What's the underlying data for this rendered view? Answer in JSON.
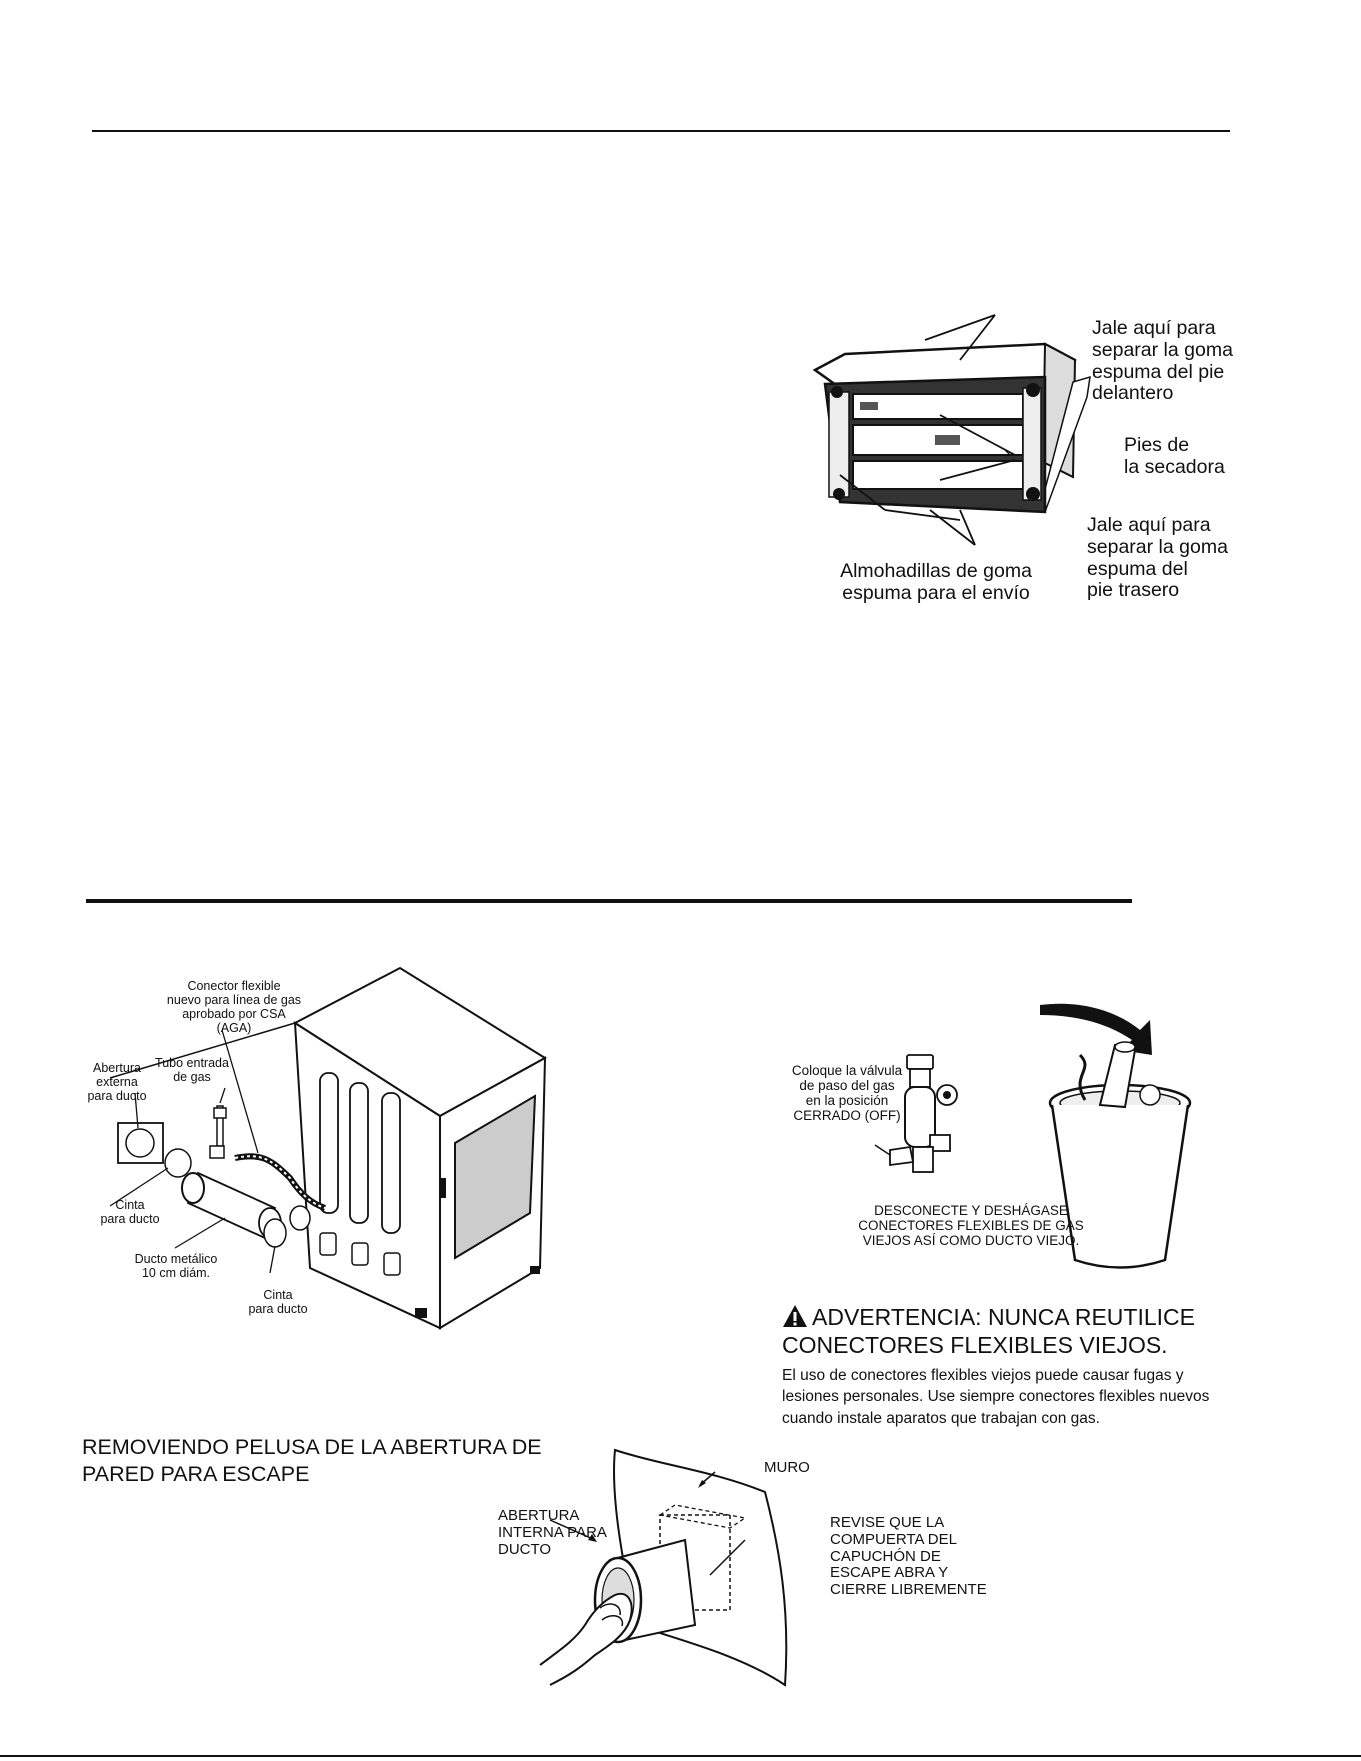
{
  "fig1": {
    "label_pull_front": "Jale aquí para\nseparar la goma\nespuma del pie\ndelantero",
    "label_feet": "Pies de\nla secadora",
    "label_pull_rear": "Jale aquí para\nseparar la goma\nespuma del\npie trasero",
    "label_pads": "Almohadillas de goma\nespuma para el envío"
  },
  "fig2": {
    "label_connector": "Conector flexible\nnuevo para línea de gas\naprobado por CSA (AGA)",
    "label_opening": "Abertura\nexterna\npara ducto",
    "label_gas_pipe": "Tubo entrada\nde gas",
    "label_tape_left": "Cinta\npara ducto",
    "label_duct": "Ducto metálico\n10 cm diám.",
    "label_tape_right": "Cinta\npara ducto"
  },
  "fig3": {
    "label_valve": "Coloque la válvula\nde paso del gas\nen la posición\nCERRADO (OFF)",
    "label_disconnect": "DESCONECTE Y DESHÁGASE\nCONECTORES FLEXIBLES DE GAS\nVIEJOS ASÍ COMO DUCTO VIEJO."
  },
  "warning": {
    "title_line1": "ADVERTENCIA: NUNCA REUTILICE",
    "title_line2": "CONECTORES FLEXIBLES VIEJOS.",
    "body": "El uso de conectores flexibles viejos puede causar fugas y lesiones personales. Use siempre conectores flexibles nuevos cuando instale aparatos que trabajan con gas."
  },
  "lint": {
    "heading": "REMOVIENDO PELUSA DE LA ABERTURA DE\nPARED PARA ESCAPE",
    "label_wall": "MURO",
    "label_internal": "ABERTURA\nINTERNA PARA\nDUCTO",
    "label_check": "REVISE QUE LA\nCOMPUERTA DEL\nCAPUCHÓN DE\nESCAPE ABRA Y\nCIERRE LIBREMENTE"
  }
}
